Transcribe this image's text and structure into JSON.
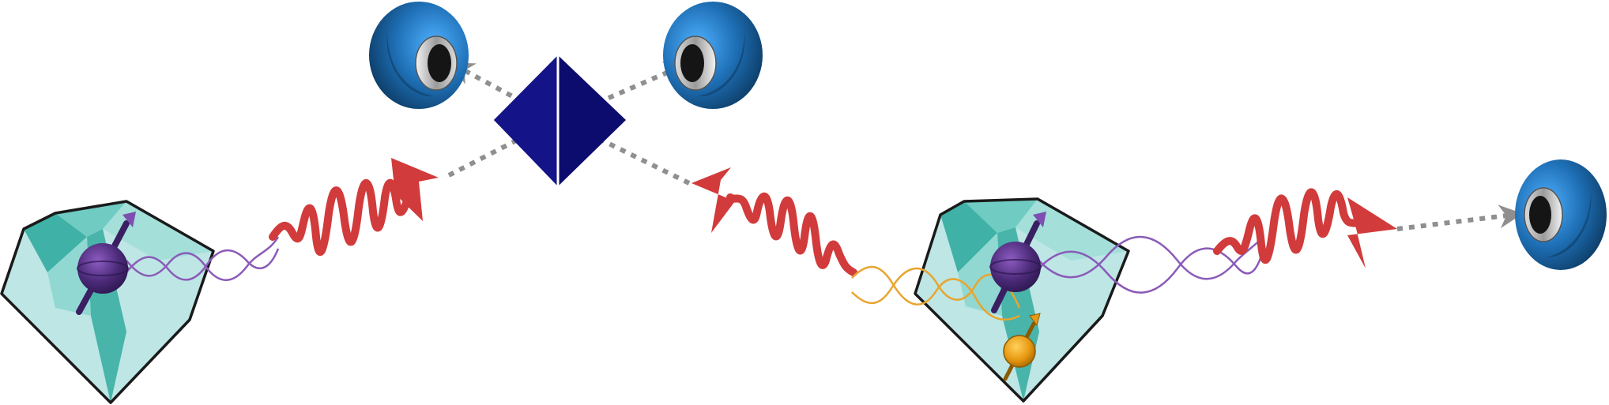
{
  "diagram": {
    "colors": {
      "background": "#ffffff",
      "diamond_fill": "#bde6e5",
      "diamond_facet": "#2aa79b",
      "diamond_outline": "#1a1a1a",
      "spin_purple": "#4b2a78",
      "spin_purple_light": "#7d4fb0",
      "spin_orange": "#e89a12",
      "photon_red": "#d13b3b",
      "photon_purple": "#8a5bb8",
      "photon_orange": "#e8a530",
      "beamsplitter": "#0c0c6e",
      "detector_blue": "#1e6fb5",
      "detector_dark": "#0d3c66",
      "dotted_path": "#8f8f8f"
    },
    "elements": [
      {
        "name": "left-diamond",
        "icon": "diamond-crystal-icon"
      },
      {
        "name": "right-diamond",
        "icon": "diamond-crystal-icon"
      },
      {
        "name": "electron-spin-left",
        "icon": "spin-qubit-icon"
      },
      {
        "name": "electron-spin-right",
        "icon": "spin-qubit-icon"
      },
      {
        "name": "nuclear-spin-right",
        "icon": "nuclear-spin-icon"
      },
      {
        "name": "beam-splitter",
        "icon": "beam-splitter-icon"
      },
      {
        "name": "detector-top-left",
        "icon": "photodetector-icon"
      },
      {
        "name": "detector-top-right",
        "icon": "photodetector-icon"
      },
      {
        "name": "detector-far-right",
        "icon": "photodetector-icon"
      }
    ]
  }
}
